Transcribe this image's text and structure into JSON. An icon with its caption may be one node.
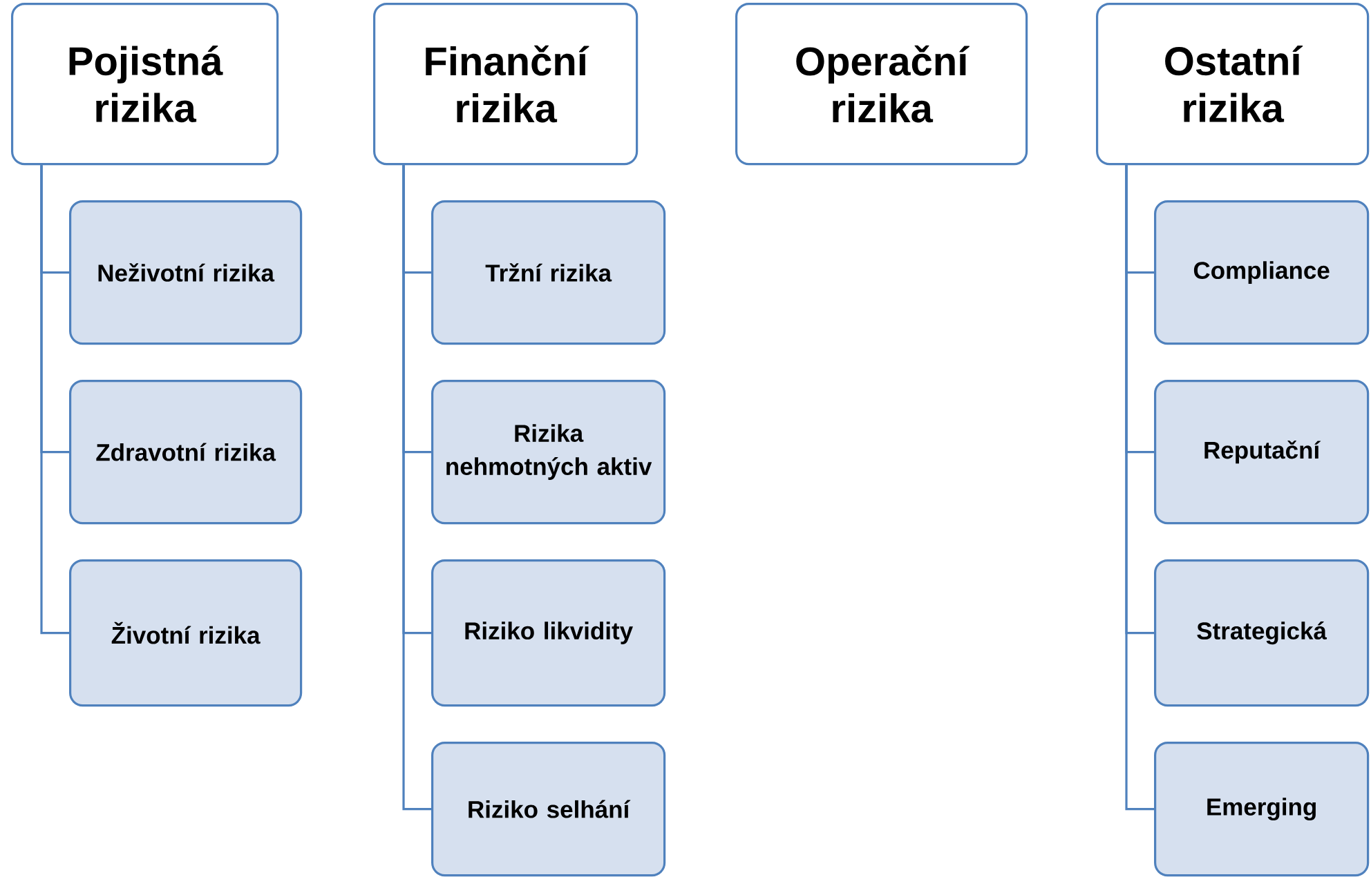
{
  "diagram": {
    "nodes": [
      {
        "text": [
          "Pojistná rizika"
        ]
      },
      {
        "text": [
          "Neživotní rizika"
        ]
      },
      {
        "text": [
          "Zdravotní rizika"
        ]
      },
      {
        "text": [
          "Životní rizika"
        ]
      },
      {
        "text": [
          "Finanční rizika"
        ]
      },
      {
        "text": [
          "Tržní rizika"
        ]
      },
      {
        "text": [
          "Rizika nehmotných aktiv"
        ]
      },
      {
        "text": [
          "Riziko likvidity"
        ]
      },
      {
        "text": [
          "Riziko selhání"
        ]
      },
      {
        "text": [
          "Operační rizika"
        ]
      },
      {
        "text": [
          "Ostatní rizika"
        ]
      },
      {
        "text": [
          "Compliance"
        ]
      },
      {
        "text": [
          "Reputační"
        ]
      },
      {
        "text": [
          "Strategická"
        ]
      },
      {
        "text": [
          "Emerging"
        ]
      }
    ],
    "edges": [
      {
        "from": 0,
        "to": 1,
        "arrow": "none"
      },
      {
        "from": 0,
        "to": 2,
        "arrow": "none"
      },
      {
        "from": 0,
        "to": 3,
        "arrow": "none"
      },
      {
        "from": 4,
        "to": 5,
        "arrow": "none"
      },
      {
        "from": 4,
        "to": 6,
        "arrow": "none"
      },
      {
        "from": 4,
        "to": 7,
        "arrow": "none"
      },
      {
        "from": 4,
        "to": 8,
        "arrow": "none"
      },
      {
        "from": 10,
        "to": 11,
        "arrow": "none"
      },
      {
        "from": 10,
        "to": 12,
        "arrow": "none"
      },
      {
        "from": 10,
        "to": 13,
        "arrow": "none"
      },
      {
        "from": 10,
        "to": 14,
        "arrow": "none"
      }
    ]
  }
}
